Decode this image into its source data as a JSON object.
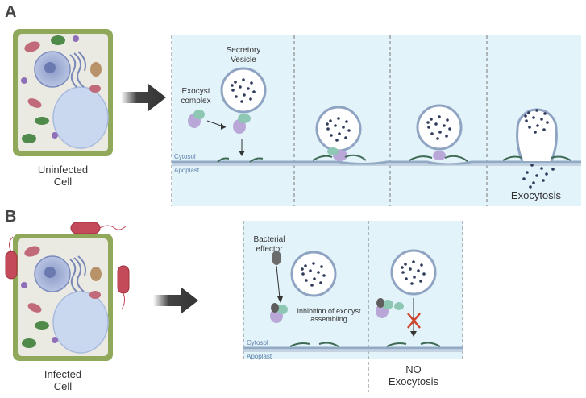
{
  "panels": {
    "a": {
      "letter": "A",
      "cell_label_line1": "Uninfected",
      "cell_label_line2": "Cell",
      "secretory_line1": "Secretory",
      "secretory_line2": "Vesicle",
      "exocyst_line1": "Exocyst",
      "exocyst_line2": "complex",
      "cytosol": "Cytosol",
      "apoplast": "Apoplast",
      "result": "Exocytosis"
    },
    "b": {
      "letter": "B",
      "cell_label_line1": "Infected",
      "cell_label_line2": "Cell",
      "effector_line1": "Bacterial",
      "effector_line2": "effector",
      "inhibition_line1": "Inhibition of exocyst",
      "inhibition_line2": "assembling",
      "cytosol": "Cytosol",
      "apoplast": "Apoplast",
      "result_line1": "NO",
      "result_line2": "Exocytosis"
    }
  },
  "colors": {
    "panel_bg": "#e3f3fa",
    "cell_wall": "#8fa85a",
    "membrane": "#93aac4",
    "vesicle_dot": "#2f3a5a",
    "inhibit_x": "#d0442b",
    "arrow": "#333333"
  }
}
